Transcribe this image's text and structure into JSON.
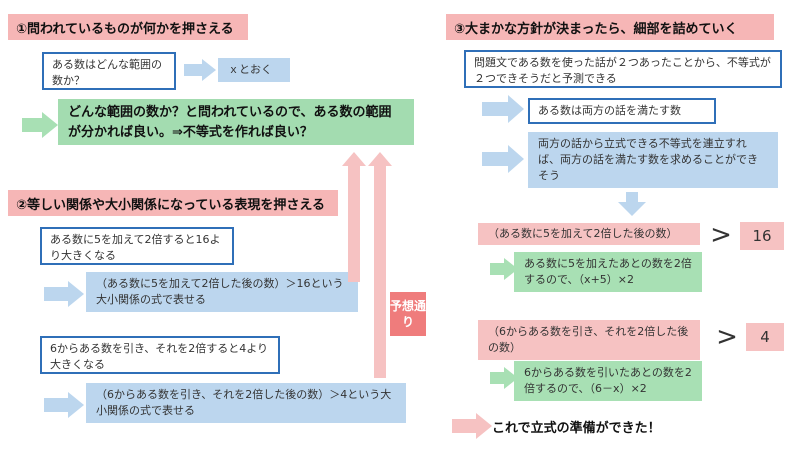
{
  "colors": {
    "header_pink": "#f6b6b6",
    "box_border_blue": "#2f6fb8",
    "light_blue": "#bcd6ee",
    "green": "#a8e0b4",
    "pink": "#f6c2c2",
    "red_badge": "#ef7c7c"
  },
  "left": {
    "step1_header": "①問われているものが何かを押さえる",
    "q_box": "ある数はどんな範囲の数か？",
    "x_box": "ｘとおく",
    "step1_conclusion": "どんな範囲の数か？と問われているので、ある数の範囲が分かれば良い。⇒不等式を作れば良い？",
    "step2_header": "②等しい関係や大小関係になっている表現を押さえる",
    "cond1": "ある数に5を加えて2倍すると16より大きくなる",
    "cond1_expr": "（ある数に5を加えて2倍した後の数）＞16という大小関係の式で表せる",
    "cond2": "6からある数を引き、それを2倍すると4より大きくなる",
    "cond2_expr": "（6からある数を引き、それを2倍した後の数）＞4という大小関係の式で表せる"
  },
  "center": {
    "badge": "予想通り"
  },
  "right": {
    "step3_header": "③大まかな方針が決まったら、細部を詰めていく",
    "plan": "問題文である数を使った話が２つあったことから、不等式が２つできそうだと予測できる",
    "condition_box": "ある数は両方の話を満たす数",
    "approach": "両方の話から立式できる不等式を連立すれば、両方の話を満たす数を求めることができそう",
    "expr1_label": "（ある数に5を加えて2倍した後の数）",
    "gt1": ">",
    "num1": "16",
    "expr1_math": "ある数に5を加えたあとの数を2倍するので、（x+5）×2",
    "expr2_label": "（6からある数を引き、それを2倍した後の数）",
    "gt2": ">",
    "num2": "4",
    "expr2_math": "6からある数を引いたあとの数を2倍するので、（6－x）×2",
    "final": "これで立式の準備ができた！"
  }
}
